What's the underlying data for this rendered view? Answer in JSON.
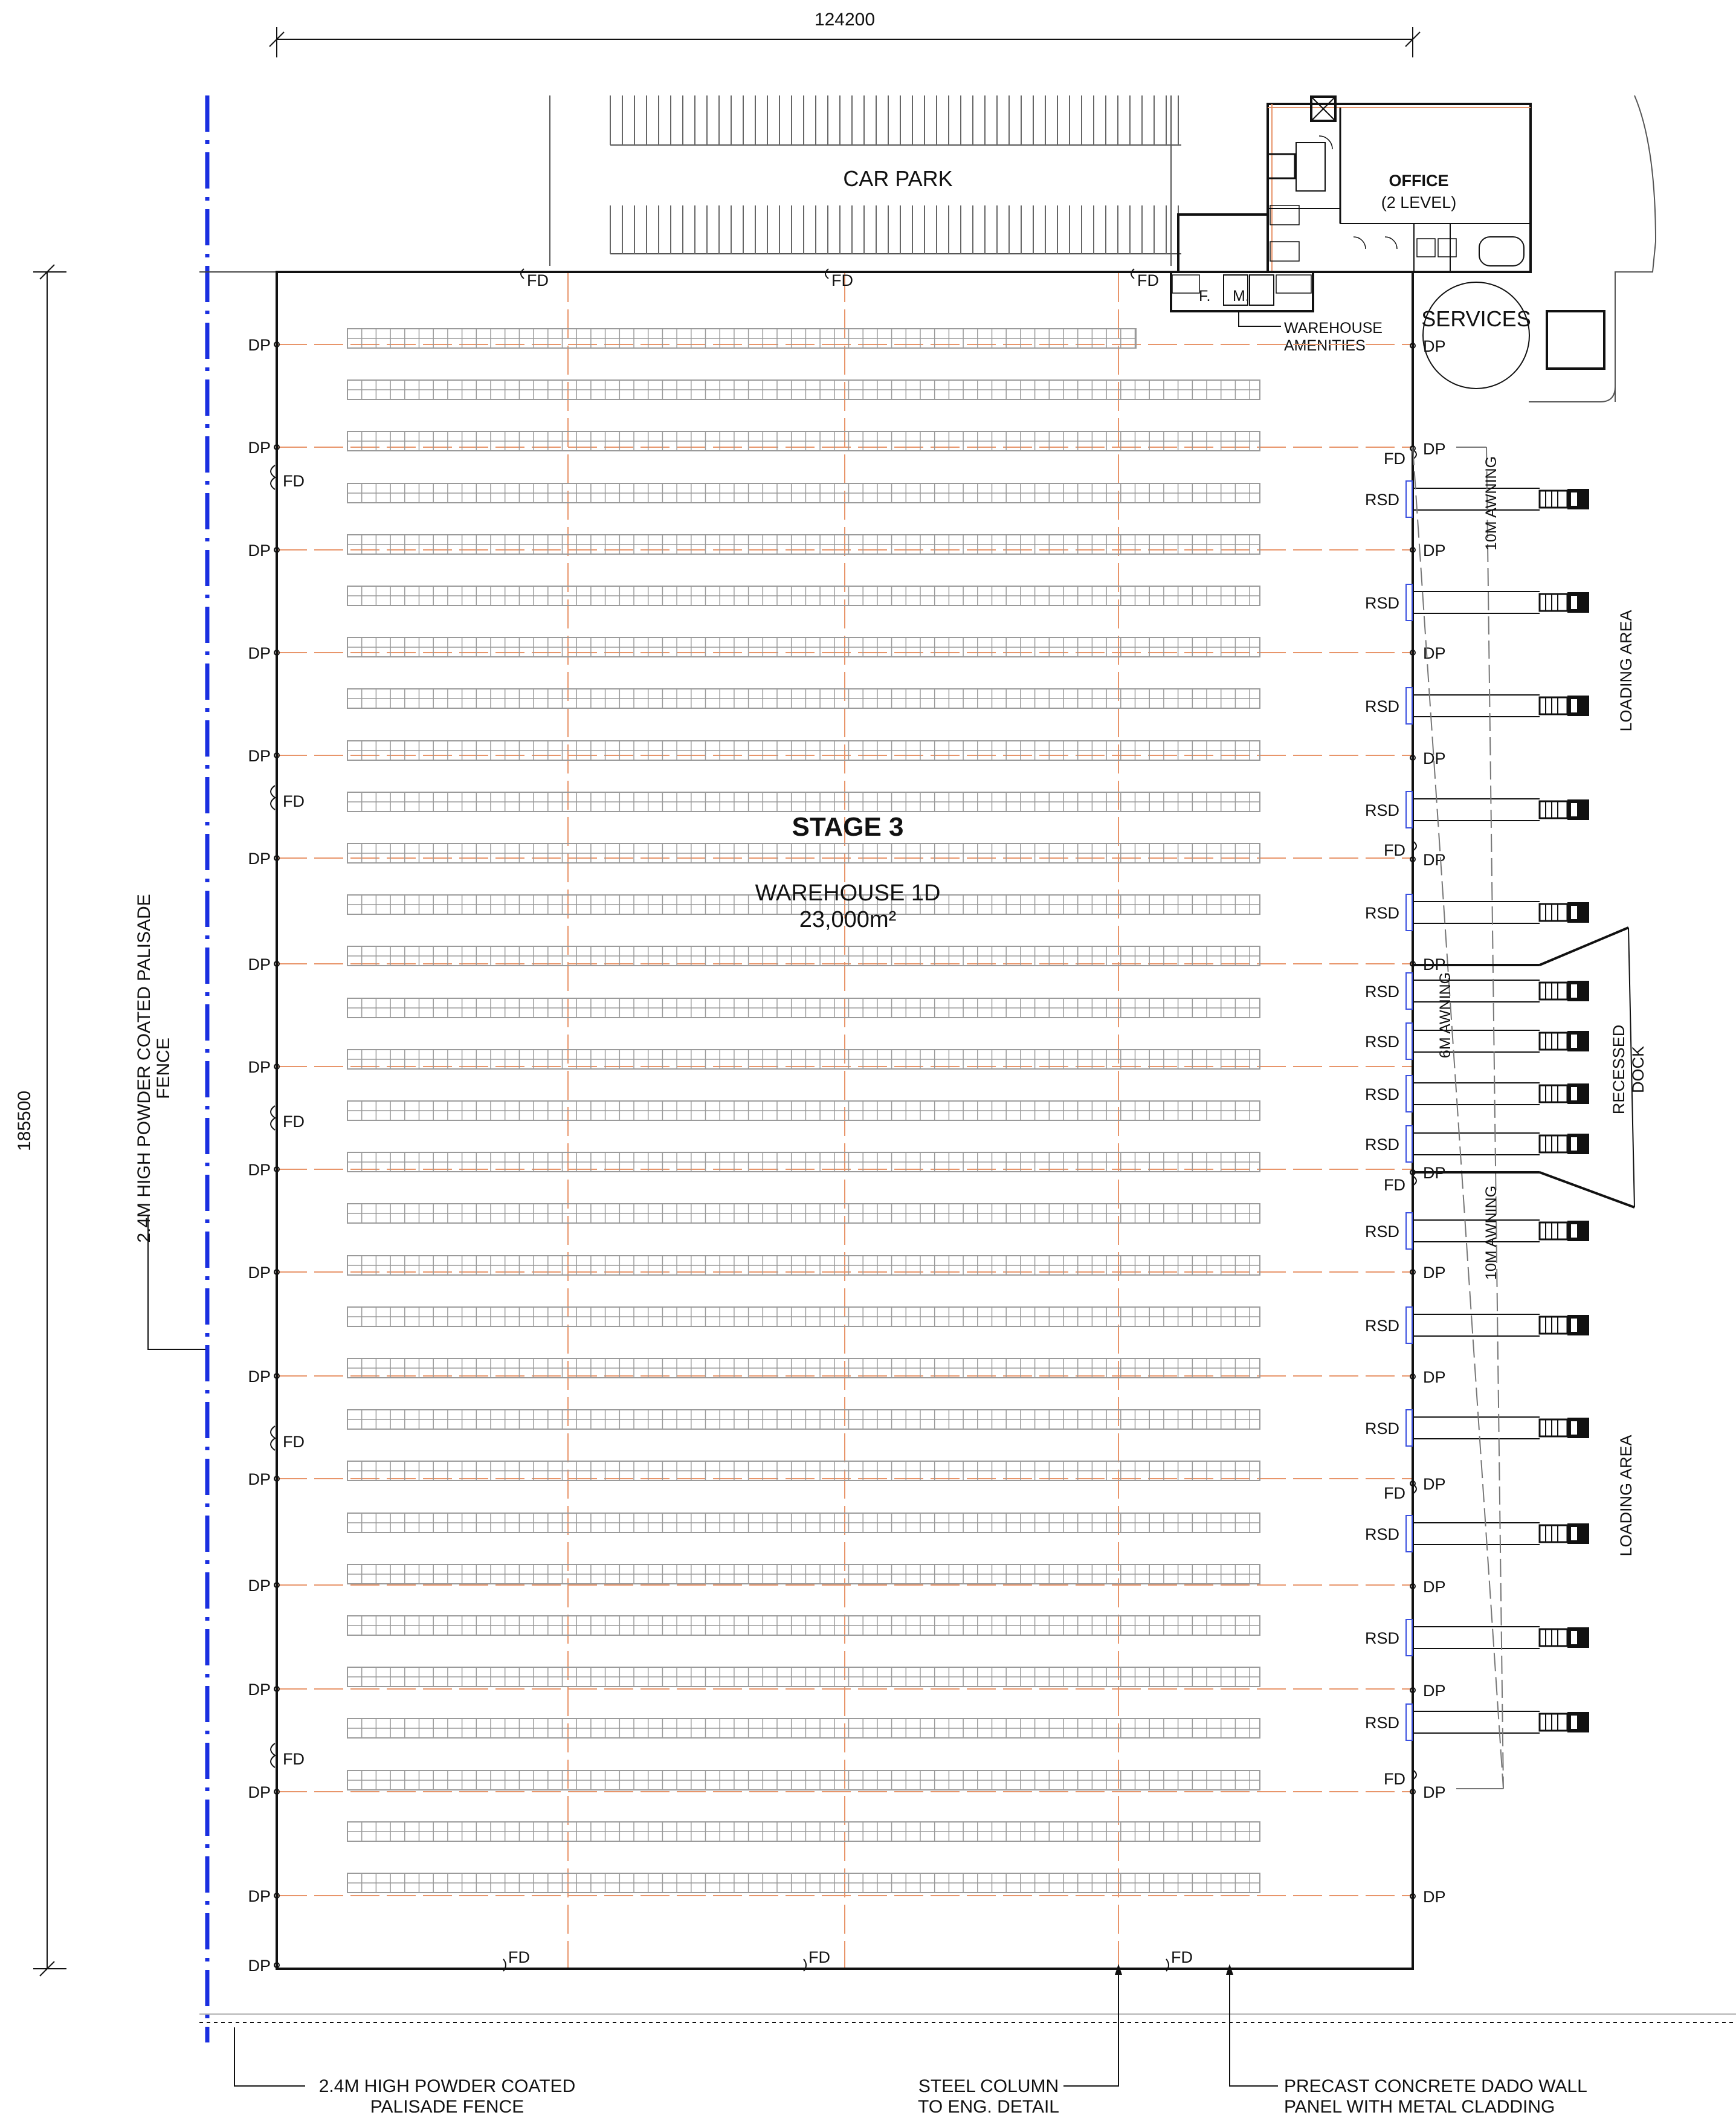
{
  "dimensions": {
    "width_label": "124200",
    "height_label": "185500"
  },
  "labels": {
    "car_park": "CAR PARK",
    "office_line1": "OFFICE",
    "office_line2": "(2 LEVEL)",
    "services": "SERVICES",
    "warehouse_amenities_1": "WAREHOUSE",
    "warehouse_amenities_2": "AMENITIES",
    "amenity_f": "F.",
    "amenity_m": "M.",
    "stage": "STAGE  3",
    "warehouse_name": "WAREHOUSE 1D",
    "warehouse_area": "23,000m²",
    "loading_area": "LOADING AREA",
    "recessed_dock_1": "RECESSED",
    "recessed_dock_2": "DOCK",
    "awning_10m": "10M AWNING",
    "awning_6m": "6M AWNING",
    "fence_vertical_1": "2.4M HIGH POWDER COATED PALISADE",
    "fence_vertical_2": "FENCE",
    "fence_bottom_1": "2.4M HIGH POWDER COATED",
    "fence_bottom_2": "PALISADE FENCE",
    "steel_column_1": "STEEL COLUMN",
    "steel_column_2": "TO ENG. DETAIL",
    "precast_1": "PRECAST CONCRETE DADO WALL",
    "precast_2": "PANEL WITH METAL CLADDING",
    "dp": "DP",
    "fd": "FD",
    "rsd": "RSD"
  },
  "colors": {
    "fence": "#1a2fe0",
    "grid": "#e8956a",
    "rack": "#9a9a9a",
    "line": "#111111"
  }
}
